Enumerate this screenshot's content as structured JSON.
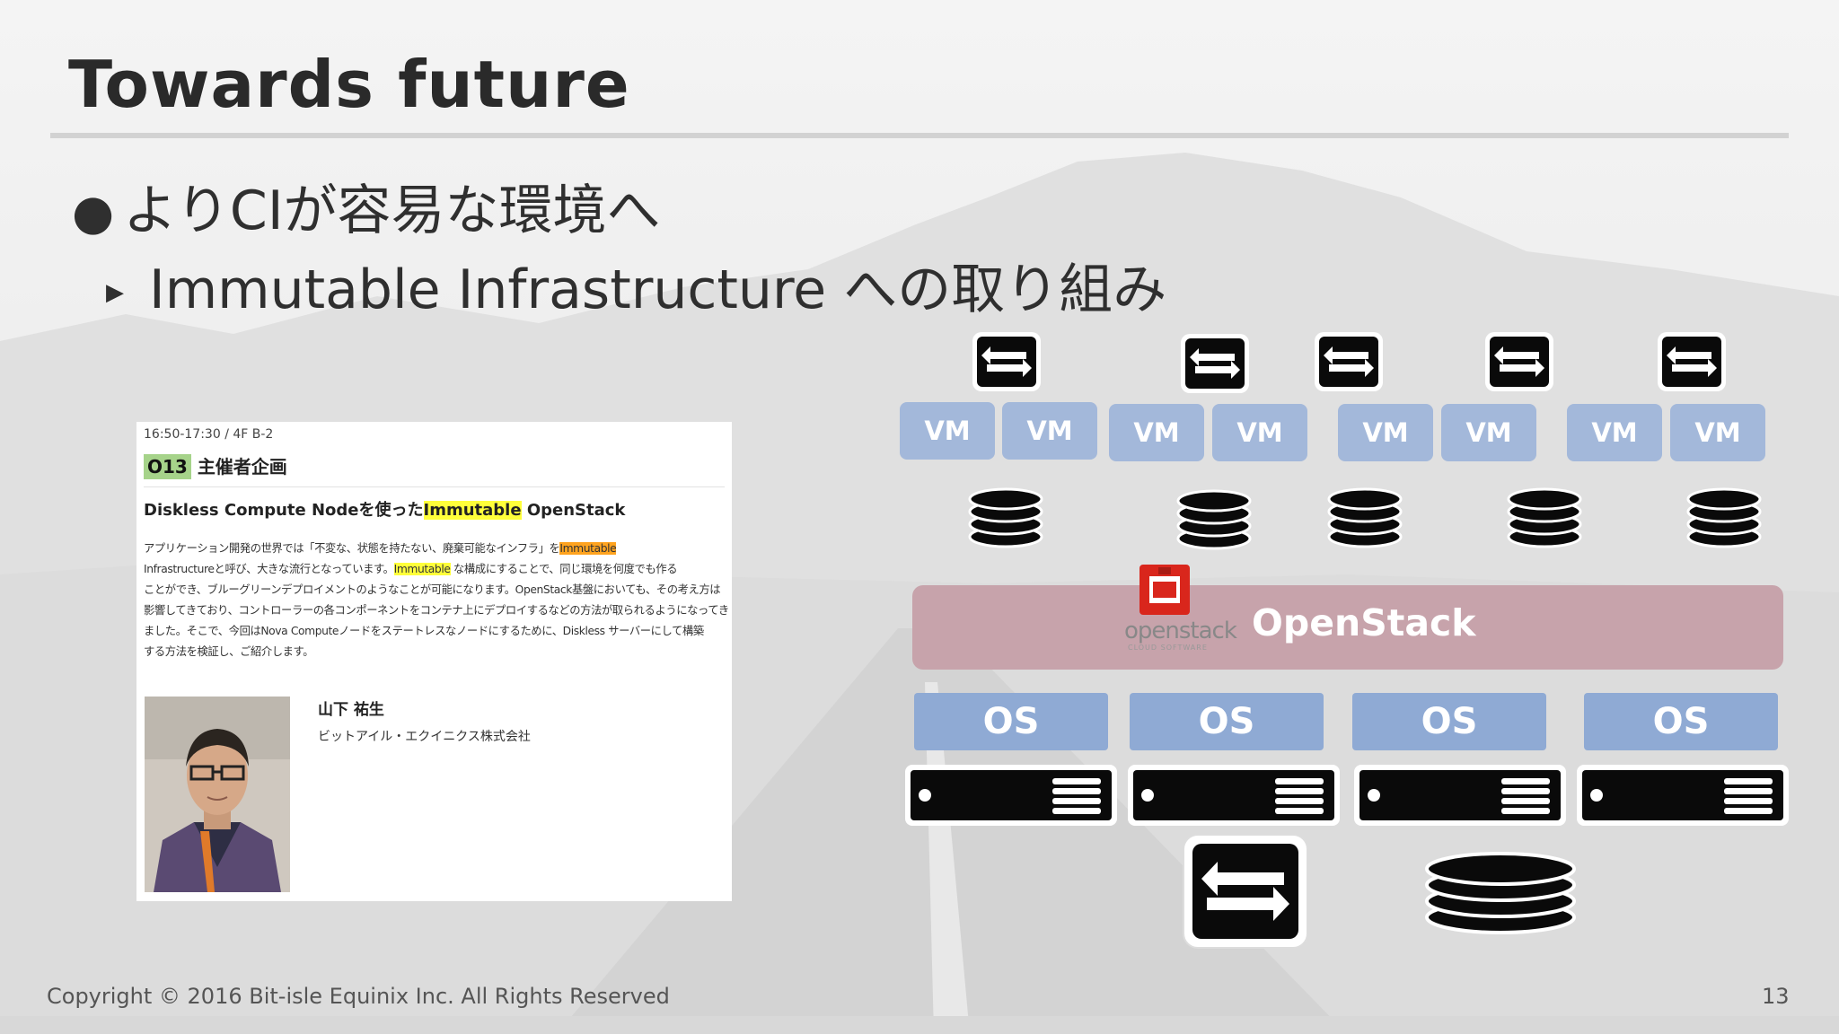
{
  "slide": {
    "title": "Towards future",
    "bullet1": "よりCIが容易な環境へ",
    "bullet2": "Immutable Infrastructure への取り組み",
    "footer": "Copyright © 2016 Bit-isle Equinix Inc. All Rights Reserved",
    "page_number": "13"
  },
  "card": {
    "time": "16:50-17:30 / 4F B-2",
    "session_code": "O13",
    "session_kind": "主催者企画",
    "title_pre": "Diskless Compute Nodeを使った",
    "title_hl": "Immutable",
    "title_post": " OpenStack",
    "abstract": {
      "l1a": "アプリケーション開発の世界では「不変な、状態を持たない、廃棄可能なインフラ」を",
      "l1hl": "Immutable",
      "l2a": "Infrastructureと呼び、大きな流行となっています。",
      "l2hl": "Immutable",
      "l2b": " な構成にすることで、同じ環境を何度でも作る",
      "l3": "ことができ、ブルーグリーンデプロイメントのようなことが可能になります。OpenStack基盤においても、その考え方は",
      "l4": "影響してきており、コントローラーの各コンポーネントをコンテナ上にデプロイするなどの方法が取られるようになってき",
      "l5": "ました。そこで、今回はNova Computeノードをステートレスなノードにするために、Diskless サーバーにして構築",
      "l6": "する方法を検証し、ご紹介します。"
    },
    "speaker_name": "山下 祐生",
    "speaker_company": "ビットアイル・エクイニクス株式会社"
  },
  "diagram": {
    "vm_label": "VM",
    "vm_labels": [
      "VM",
      "VM",
      "VM",
      "VM",
      "VM",
      "VM",
      "VM",
      "VM"
    ],
    "os_labels": [
      "OS",
      "OS",
      "OS",
      "OS"
    ],
    "openstack_label": "OpenStack",
    "logo_text": "openstack",
    "logo_subtext": "CLOUD SOFTWARE",
    "icons": {
      "switch": "switch-icon",
      "storage": "storage-icon",
      "server": "server-icon",
      "logo": "openstack-logo"
    }
  },
  "colors": {
    "vm": "#a3b8da",
    "os": "#8faad4",
    "openstack_bar": "#c7a3ab",
    "highlight_yellow": "#ffff3a",
    "highlight_orange": "#ffa31f",
    "session_code_bg": "#a6d38a"
  }
}
